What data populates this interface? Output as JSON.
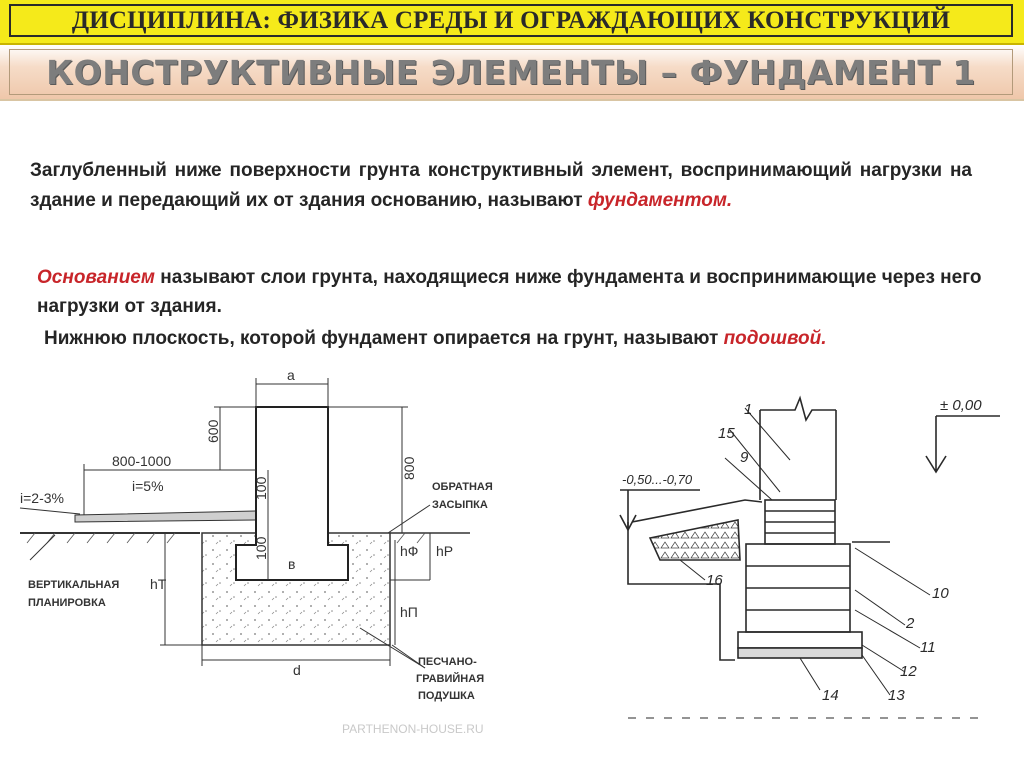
{
  "header": {
    "discipline": "ДИСЦИПЛИНА: ФИЗИКА СРЕДЫ И ОГРАЖДАЮЩИХ КОНСТРУКЦИЙ",
    "section_title": "КОНСТРУКТИВНЫЕ ЭЛЕМЕНТЫ – ФУНДАМЕНТ 1"
  },
  "text": {
    "p1_part1": "Заглубленный ниже поверхности грунта конструктивный элемент, воспринимающий нагрузки на здание и передающий их от здания основанию, называют ",
    "p1_term": "фундаментом.",
    "p2_term": "Основанием",
    "p2_part1": " называют слои грунта, находящиеся ниже фундамента и воспринимающие через него нагрузки от здания.",
    "p3_part1": "Нижнюю плоскость, которой фундамент опирается на грунт, называют ",
    "p3_term": "подошвой."
  },
  "diagram_left": {
    "dim_a": "a",
    "dim_600": "600",
    "dim_800_1000": "800-1000",
    "slope_i5": "i=5%",
    "slope_i2_3": "i=2-3%",
    "dim_100_top": "100",
    "dim_100_bottom": "100",
    "dim_800": "800",
    "label_backfill_1": "ОБРАТНАЯ",
    "label_backfill_2": "ЗАСЫПКА",
    "label_hf": "hФ",
    "label_hr": "hР",
    "label_b": "в",
    "label_vertical_1": "ВЕРТИКАЛЬНАЯ",
    "label_vertical_2": "ПЛАНИРОВКА",
    "label_ht": "hТ",
    "label_hp": "hП",
    "label_d": "d",
    "label_sand_1": "ПЕСЧАНО-",
    "label_sand_2": "ГРАВИЙНАЯ",
    "label_sand_3": "ПОДУШКА"
  },
  "diagram_right": {
    "level_zero": "± 0,00",
    "level_depth": "-0,50...-0,70",
    "n1": "1",
    "n15": "15",
    "n9": "9",
    "n16": "16",
    "n10": "10",
    "n2": "2",
    "n11": "11",
    "n12": "12",
    "n13": "13",
    "n14": "14"
  },
  "watermark": "PARTHENON-HOUSE.RU"
}
